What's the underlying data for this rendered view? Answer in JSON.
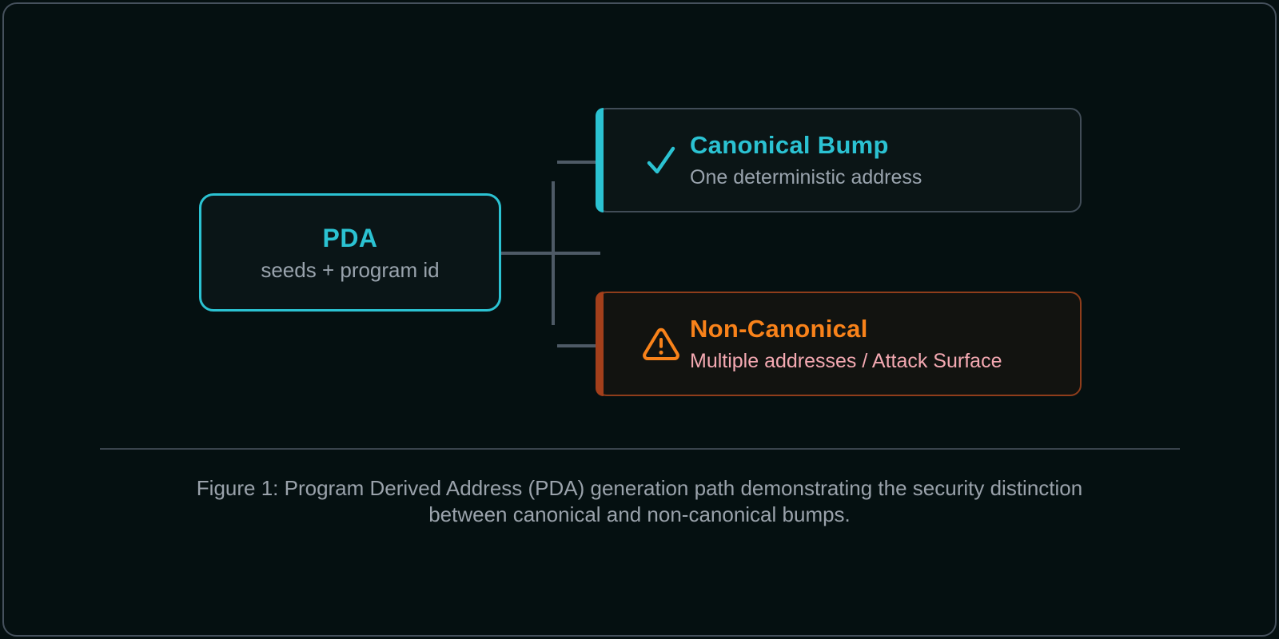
{
  "page": {
    "background_color": "#051011",
    "frame_border_color": "#46515d",
    "connector_color": "#4e5a66"
  },
  "diagram": {
    "root_node": {
      "title": "PDA",
      "subtitle": "seeds + program id",
      "accent_color": "#2bc2d2"
    },
    "branches": [
      {
        "title": "Canonical Bump",
        "subtitle": "One deterministic address",
        "icon": "check-icon",
        "accent_color": "#2bc2d2",
        "title_color": "#2bc2d2",
        "subtitle_color": "#99a3ad"
      },
      {
        "title": "Non-Canonical",
        "subtitle": "Multiple addresses / Attack Surface",
        "icon": "warning-triangle-icon",
        "accent_color": "#a33f1b",
        "title_color": "#f8821a",
        "subtitle_color": "#f4a9b2"
      }
    ]
  },
  "caption": {
    "line1": "Figure 1: Program Derived Address (PDA) generation path demonstrating the security distinction",
    "line2": "between canonical and non-canonical bumps."
  }
}
